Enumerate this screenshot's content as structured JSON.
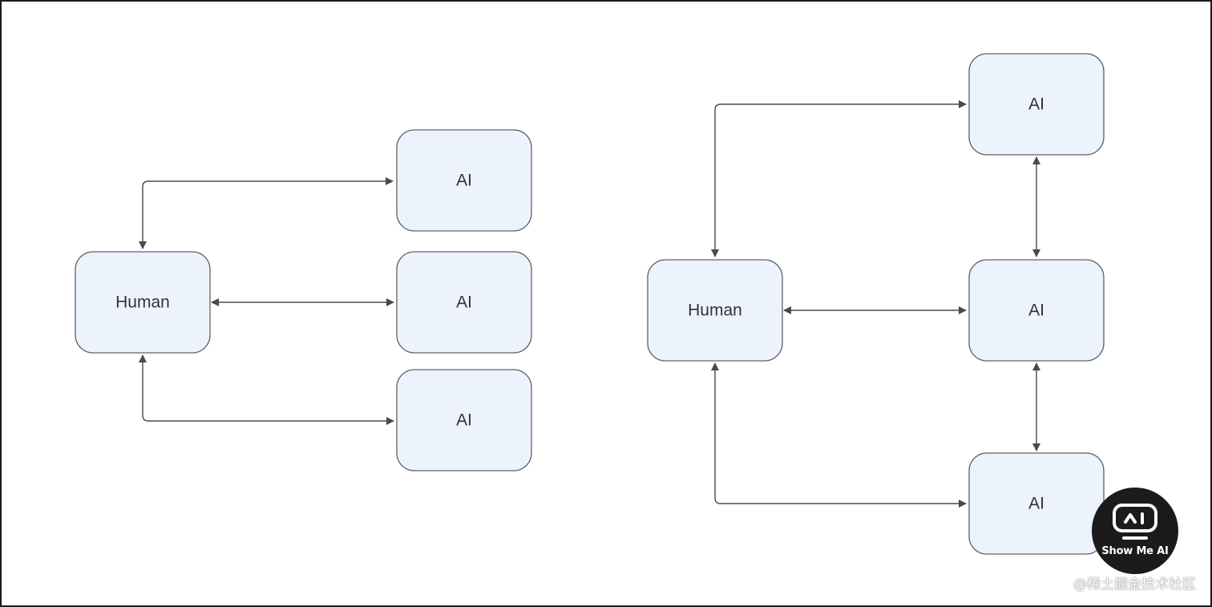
{
  "diagram": {
    "left": {
      "human": "Human",
      "ai_top": "AI",
      "ai_middle": "AI",
      "ai_bottom": "AI"
    },
    "right": {
      "human": "Human",
      "ai_top": "AI",
      "ai_middle": "AI",
      "ai_bottom": "AI"
    }
  },
  "badge": {
    "text": "Show Me AI",
    "icon": "robot-face-icon"
  },
  "watermark": "@稀土掘金技术社区",
  "colors": {
    "node_fill": "#edf3fc",
    "node_stroke": "#5f6368",
    "edge": "#4a4a4a",
    "badge_bg": "#1b1b1b"
  }
}
